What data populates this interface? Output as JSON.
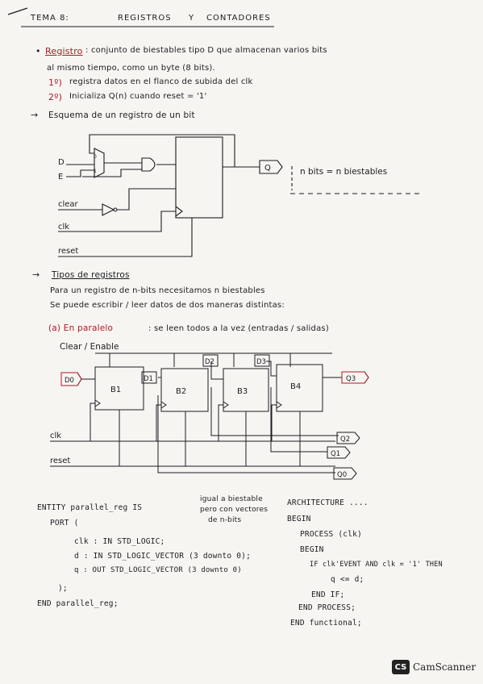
{
  "header": {
    "title": "TEMA 8:",
    "subtitle_a": "REGISTROS",
    "subtitle_b": "Y",
    "subtitle_c": "CONTADORES"
  },
  "intro": {
    "bullet": "•",
    "term": "Registro",
    "line1": ": conjunto de biestables tipo D que almacenan varios bits",
    "line2": "al mismo tiempo, como un byte (8 bits).",
    "item1_num": "1º)",
    "item1": "registra datos en el flanco de subida del clk",
    "item2_num": "2º)",
    "item2": "Inicializa Q(n) cuando reset = '1'",
    "arrow": "→",
    "scheme": "Esquema de un registro de un bit"
  },
  "diagram1": {
    "in_d": "D",
    "in_e": "E",
    "clear": "clear",
    "clk": "clk",
    "reset": "reset",
    "out_q": "Q",
    "note": "n bits = n biestables"
  },
  "types": {
    "arrow": "→",
    "title": "Tipos de registros",
    "line1": "Para un registro de n-bits necesitamos n biestables",
    "line2": "Se puede escribir / leer datos de dos maneras distintas:",
    "parallel_label": "(a) En paralelo",
    "parallel_desc": ": se leen todos a la vez (entradas / salidas)"
  },
  "diagram2": {
    "clear_enable": "Clear / Enable",
    "inputs": [
      "D0",
      "D1",
      "D2",
      "D3"
    ],
    "blocks": [
      "B1",
      "B2",
      "B3",
      "B4"
    ],
    "outputs": [
      "Q3",
      "Q2",
      "Q1",
      "Q0"
    ],
    "clk": "clk",
    "reset": "reset"
  },
  "entity": {
    "l1": "ENTITY parallel_reg IS",
    "l2": "PORT (",
    "l3": "clk : IN STD_LOGIC;",
    "l4": "d : IN STD_LOGIC_VECTOR (3 downto 0);",
    "l5": "q : OUT STD_LOGIC_VECTOR (3 downto 0)",
    "l6": ");",
    "l7": "END parallel_reg;",
    "note1": "igual a biestable",
    "note2": "pero con vectores",
    "note3": "de n-bits"
  },
  "architecture": {
    "l1": "ARCHITECTURE ....",
    "l2": "BEGIN",
    "l3": "PROCESS (clk)",
    "l4": "BEGIN",
    "l5": "IF clk'EVENT AND clk = '1' THEN",
    "l6": "q <= d;",
    "l7": "END IF;",
    "l8": "END PROCESS;",
    "l9": "END functional;"
  },
  "watermark": {
    "logo": "CS",
    "text": "CamScanner"
  }
}
